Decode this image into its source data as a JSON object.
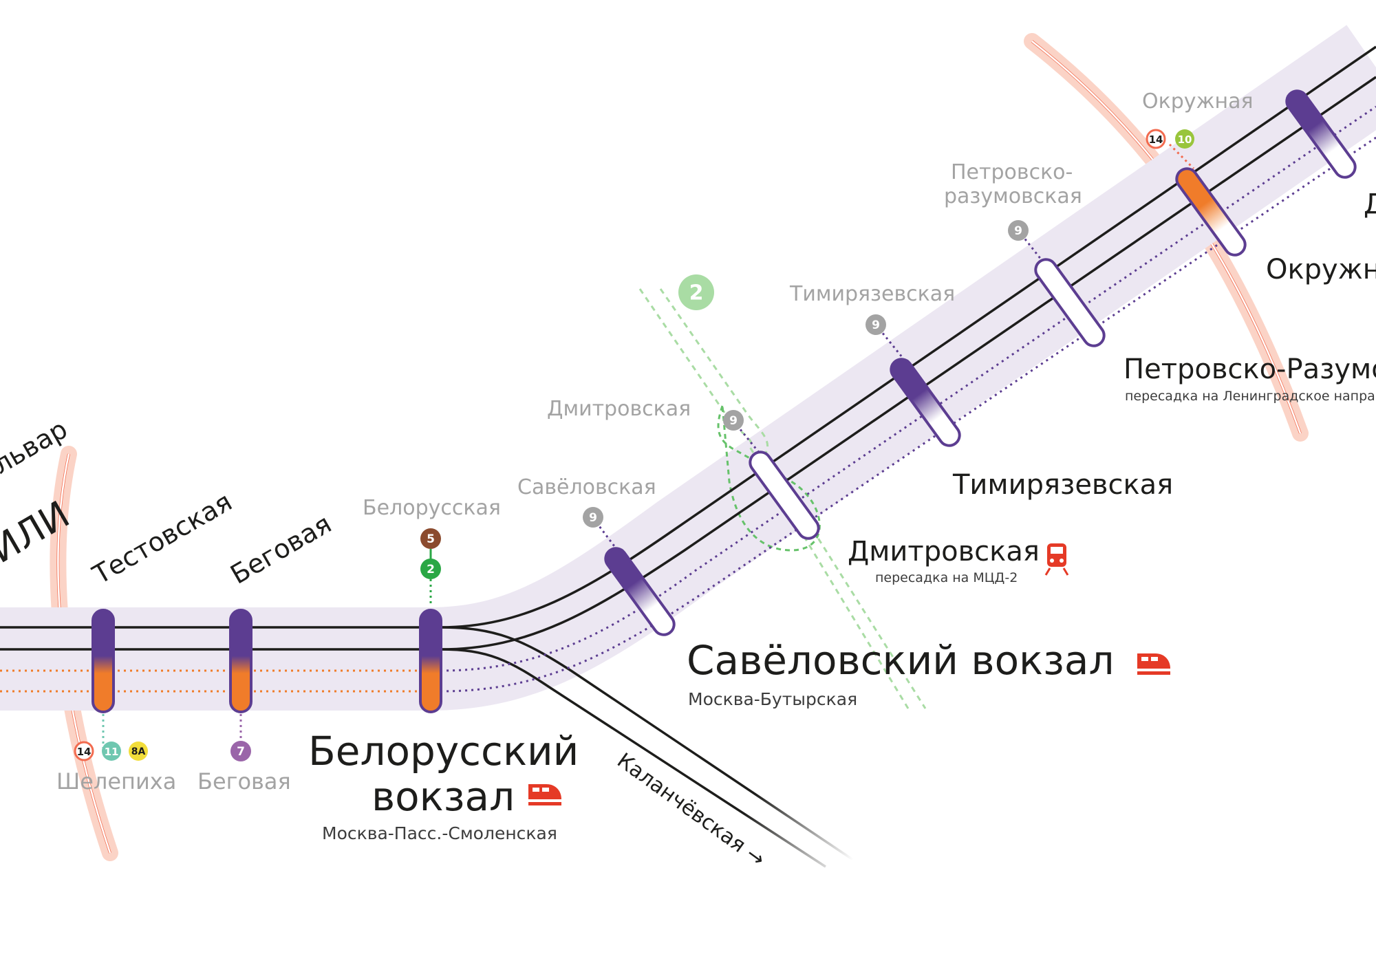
{
  "colors": {
    "corridor": "#ece7f2",
    "track": "#1d1d1b",
    "purple": "#5c3d91",
    "orange": "#f07c2a",
    "mcc_ring": "#f26b4f",
    "line2": "#2aa745",
    "line2_faded": "#a9dca4",
    "line5": "#8b4b2e",
    "line7": "#9a65a9",
    "line9": "#a3a3a3",
    "line10": "#99c53c",
    "line11": "#6fc7b0",
    "line8a": "#f2dd3a",
    "rail_icon": "#e53a26"
  },
  "stations": {
    "testovskaya": {
      "name": "Тестовская"
    },
    "begovaya": {
      "name": "Беговая"
    },
    "belorussky": {
      "name_line1": "Белорусский",
      "name_line2": "вокзал",
      "sub": "Москва-Пасс.-Смоленская"
    },
    "savelovsky": {
      "name": "Савёловский вокзал",
      "sub": "Москва-Бутырская"
    },
    "dmitrovskaya": {
      "name": "Дмитровская",
      "sub": "пересадка на МЦД-2"
    },
    "timiryazevskaya": {
      "name": "Тимирязевская"
    },
    "petrovsko": {
      "name": "Петровско-Разумовская",
      "sub": "пересадка на Ленинградское направление"
    },
    "okruzhnaya": {
      "name": "Окружная"
    },
    "next_station_partial": {
      "name": "Д"
    }
  },
  "transfers": {
    "shelepikha": {
      "name": "Шелепиха",
      "badges": [
        "14",
        "11",
        "8А"
      ]
    },
    "begovaya_metro": {
      "name": "Беговая",
      "badges": [
        "7"
      ]
    },
    "belorusskaya": {
      "name": "Белорусская",
      "badges": [
        "5",
        "2"
      ]
    },
    "savelovskaya": {
      "name": "Савёловская",
      "badges": [
        "9"
      ]
    },
    "dmitrovskaya_metro": {
      "name": "Дмитровская",
      "badges": [
        "9"
      ]
    },
    "timiryazevskaya_metro": {
      "name": "Тимирязевская",
      "badges": [
        "9"
      ]
    },
    "petrovsko_metro": {
      "name_line1": "Петровско-",
      "name_line2": "разумовская",
      "badges": [
        "9"
      ]
    },
    "okruzhnaya_metro": {
      "name": "Окружная",
      "badges": [
        "14",
        "10"
      ]
    }
  },
  "mcd2_badge": "2",
  "branch_label": "Каланчёвская →",
  "left_labels": {
    "partial_1": "львар",
    "partial_2": "ИЛИ"
  }
}
